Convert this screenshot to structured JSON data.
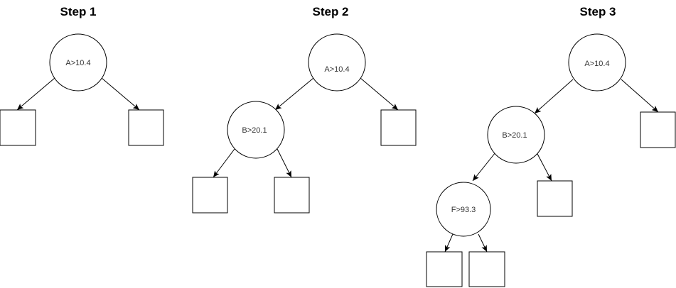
{
  "steps": [
    {
      "title": "Step 1",
      "nodes": [
        "A>10.4"
      ]
    },
    {
      "title": "Step 2",
      "nodes": [
        "A>10.4",
        "B>20.1"
      ]
    },
    {
      "title": "Step 3",
      "nodes": [
        "A>10.4",
        "B>20.1",
        "F>93.3"
      ]
    }
  ],
  "colors": {
    "stroke": "#000000",
    "label": "#333333",
    "background": "#ffffff"
  }
}
